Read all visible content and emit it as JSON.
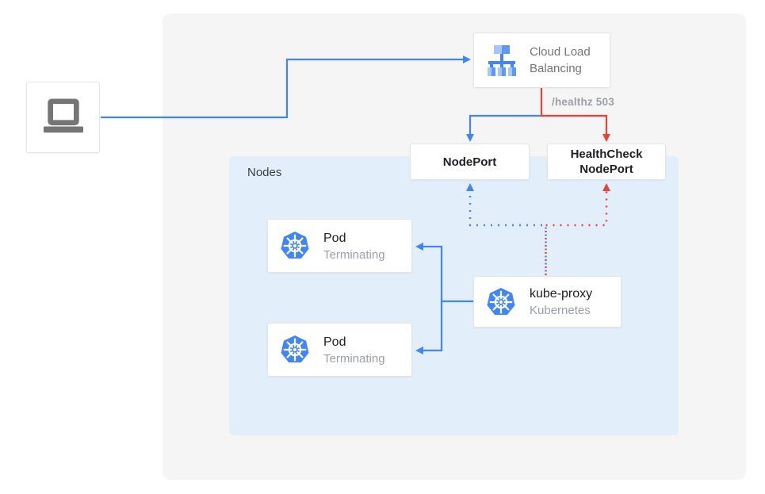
{
  "colors": {
    "blue": "#4285F4",
    "red": "#EA4335",
    "panel_bg": "#F5F5F5",
    "nodes_bg": "#E2EFFB",
    "gray_text": "#757575",
    "muted_text": "#9AA0A6",
    "dark_text": "#202124",
    "node_label": "#3C4043",
    "card_border": "#E4E4E4",
    "k8s_blue": "#4285F4",
    "icon_gray": "#757575",
    "lb_light": "#A6C5F8",
    "lb_mid": "#5E97F6"
  },
  "nodes_panel": {
    "label": "Nodes"
  },
  "boxes": {
    "cloud_load_balancing": {
      "label": "Cloud Load\nBalancing"
    },
    "nodeport": {
      "label": "NodePort"
    },
    "healthcheck_nodeport": {
      "label": "HealthCheck\nNodePort"
    },
    "kube_proxy": {
      "title": "kube-proxy",
      "subtitle": "Kubernetes"
    }
  },
  "pods": [
    {
      "title": "Pod",
      "subtitle": "Terminating"
    },
    {
      "title": "Pod",
      "subtitle": "Terminating"
    }
  ],
  "annotations": {
    "healthz": "/healthz 503"
  }
}
